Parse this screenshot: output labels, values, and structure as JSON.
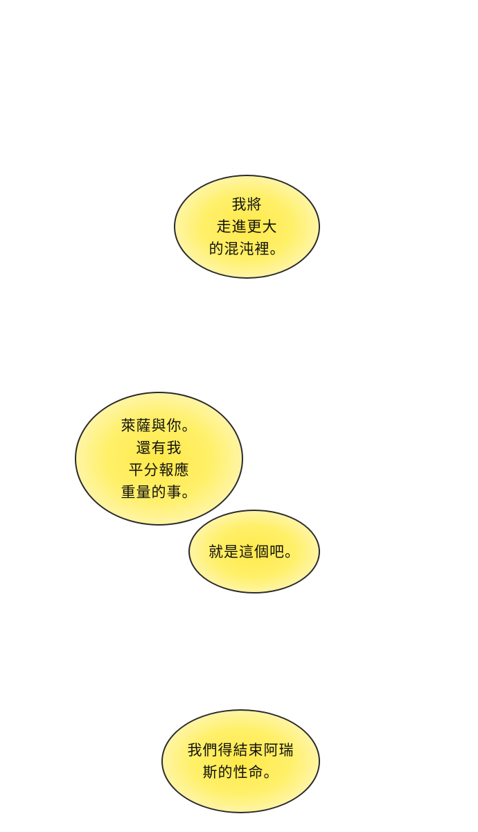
{
  "speech_bubbles": [
    {
      "text": "我將\n走進更大\n的混沌裡。"
    },
    {
      "text": "萊薩與你。\n還有我\n平分報應\n重量的事。"
    },
    {
      "text": "就是這個吧。"
    },
    {
      "text": "我們得結束阿瑞\n斯的性命。"
    }
  ],
  "colors": {
    "bubble_fill_center": "#ffe94a",
    "bubble_fill_edge": "#fffbe0",
    "bubble_outline": "#2b2b2b",
    "background": "#ffffff"
  }
}
